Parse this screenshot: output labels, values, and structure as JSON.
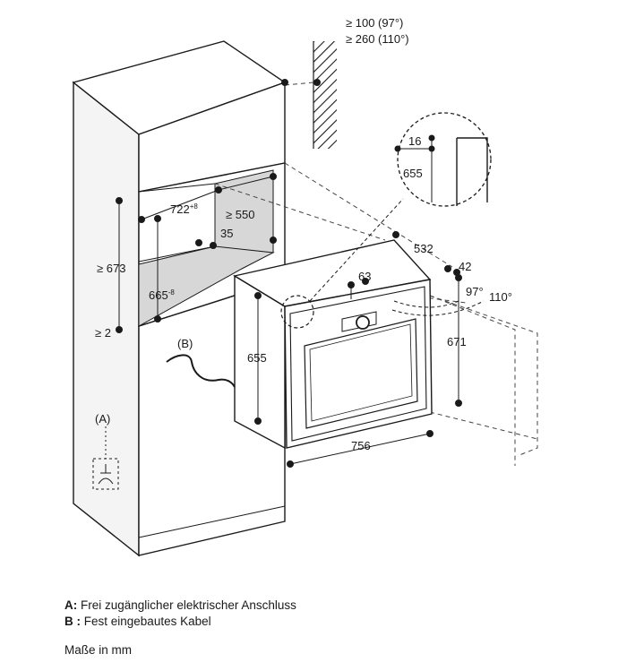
{
  "dimensions": {
    "clearance_top_1": "≥ 100 (97°)",
    "clearance_top_2": "≥ 260 (110°)",
    "detail_16": "16",
    "detail_655": "655",
    "niche_width": "722",
    "niche_width_tol": "+8",
    "niche_depth": "≥ 550",
    "gap_35": "35",
    "niche_height": "≥ 673",
    "niche_height_inner": "665",
    "niche_height_inner_tol": "-8",
    "bottom_gap": "≥ 2",
    "appliance_depth": "532",
    "panel_42": "42",
    "handle_63": "63",
    "angle_97": "97°",
    "angle_110": "110°",
    "appliance_height": "655",
    "front_height": "671",
    "front_width": "756"
  },
  "markers": {
    "a": "(A)",
    "b": "(B)"
  },
  "legend": {
    "a_key": "A:",
    "a_text": "Frei zugänglicher elektrischer Anschluss",
    "b_key": "B :",
    "b_text": "Fest eingebautes Kabel",
    "units": "Maße in mm"
  }
}
